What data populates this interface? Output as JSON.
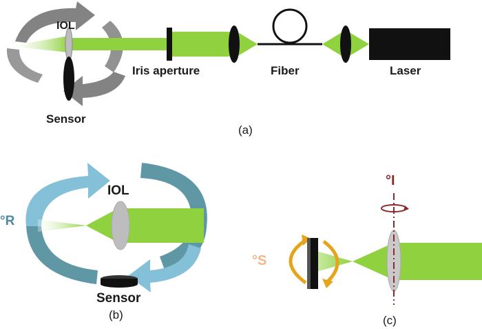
{
  "panel_a": {
    "iol_label": "IOL",
    "iris_label": "Iris aperture",
    "fiber_label": "Fiber",
    "laser_label": "Laser",
    "sensor_label": "Sensor",
    "caption": "(a)"
  },
  "panel_b": {
    "rotation_label": "°R",
    "iol_label": "IOL",
    "sensor_label": "Sensor",
    "caption": "(b)"
  },
  "panel_c": {
    "iol_rotation_label": "°I",
    "sensor_rotation_label": "°S",
    "caption": "(c)"
  },
  "colors": {
    "beam": "#8fd13f",
    "beam_dark": "#6cb52a",
    "arrow_gray": "#6d6d6d",
    "arrow_blue": "#84c0d8",
    "arrow_teal": "#5f97a5",
    "arrow_orange": "#e4a51c",
    "axis_red": "#8b2a2a",
    "lens_gray": "#bdbdbd",
    "element_black": "#111111",
    "rotation_label_blue": "#4a8aa0",
    "rotation_label_peach": "#f0b88c"
  }
}
